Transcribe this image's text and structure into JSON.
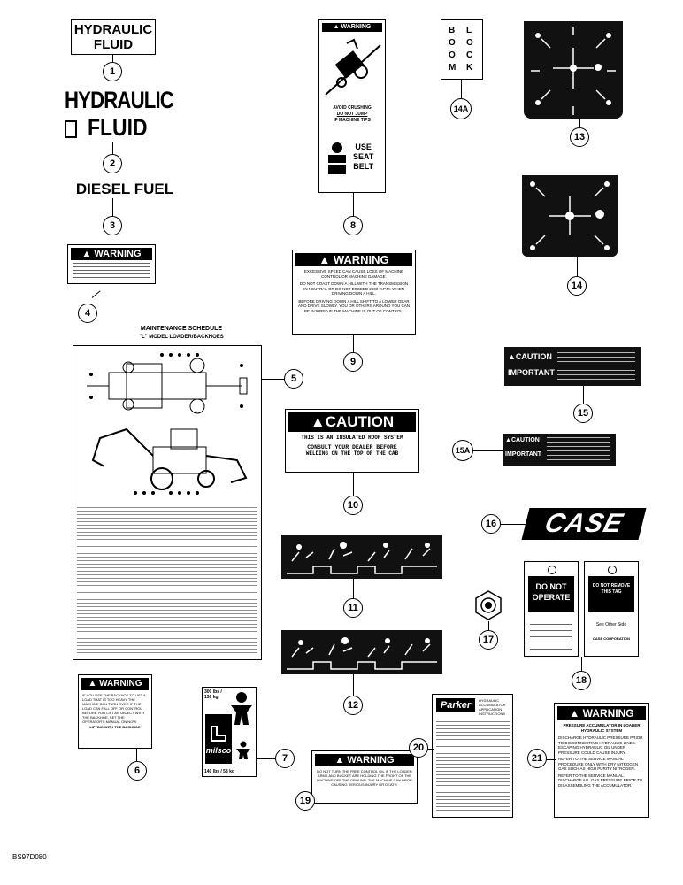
{
  "decals": {
    "d1": {
      "line1": "HYDRAULIC",
      "line2": "FLUID"
    },
    "d2": {
      "line1": "HYDRAULIC",
      "line2": "FLUID"
    },
    "d3": {
      "text": "DIESEL FUEL"
    },
    "d4": {
      "header": "WARNING"
    },
    "d5": {
      "title": "MAINTENANCE SCHEDULE",
      "subtitle": "\"L\" MODEL LOADER/BACKHOES"
    },
    "d6": {
      "header": "WARNING",
      "body": "IF YOU USE THE BACKHOE TO LIFT A LOAD THAT IS TOO HEAVY THE MACHINE CAN TURN OVER IF THE LOAD CAN FALL OFF OR CONTROL BEFORE YOU LIFT AN OBJECT WITH THE BACKHOE, SET THE OPERATOR'S MANUAL ON NOW",
      "footer": "LIFTING WITH THE BACKHOE"
    },
    "d7": {
      "weight_top": "300 lbs / 136 kg",
      "brand": "milsco",
      "weight_bottom": "140 lbs / 58 kg"
    },
    "d8": {
      "header": "WARNING",
      "text1": "AVOID CRUSHING",
      "text2": "DO NOT JUMP",
      "text3": "IF MACHINE TIPS",
      "text4": "USE",
      "text5": "SEAT",
      "text6": "BELT"
    },
    "d9": {
      "header": "WARNING",
      "body1": "EXCESSIVE SPEED CAN CAUSE LOSS OF MACHINE CONTROL OR MACHINE DAMAGE.",
      "body2": "DO NOT COAST DOWN A HILL WITH THE TRANSMISSION IN NEUTRAL OR DO NOT EXCEED 2500 R.P.M. WHEN DRIVING DOWN A HILL.",
      "body3": "BEFORE DRIVING DOWN A HILL SHIFT TO A LOWER GEAR AND DRIVE SLOWLY. YOU OR OTHERS AROUND YOU CAN BE INJURED IF THE MACHINE IS OUT OF CONTROL."
    },
    "d10": {
      "header": "CAUTION",
      "line1": "THIS IS AN INSULATED ROOF SYSTEM",
      "line2": "CONSULT YOUR DEALER BEFORE",
      "line3": "WELDING ON THE TOP OF THE CAB"
    },
    "d14a": {
      "col1": [
        "B",
        "O",
        "O",
        "M"
      ],
      "col2": [
        "L",
        "O",
        "C",
        "K"
      ]
    },
    "d15": {
      "header": "CAUTION",
      "important": "IMPORTANT"
    },
    "d15a": {
      "header": "CAUTION",
      "important": "IMPORTANT"
    },
    "d16": {
      "text": "CASE"
    },
    "d18": {
      "tag1_line1": "DO NOT",
      "tag1_line2": "OPERATE",
      "tag2_line1": "DO NOT REMOVE",
      "tag2_line2": "THIS TAG",
      "tag2_line3": "See Other Side",
      "tag2_footer": "CASE CORPORATION"
    },
    "d19": {
      "header": "WARNING",
      "body": "DO NOT TURN THE FREE CONTROL OIL IF THE LOADER ARMS AND BUCKET ARE HOLDING THE FRONT OF THE MACHINE OFF THE GROUND. THE MACHINE CAN DROP CAUSING SERIOUS INJURY OR DEATH."
    },
    "d20": {
      "brand": "Parker",
      "header": "HYDRAULIC ACCUMULATOR APPLICATION INSTRUCTIONS"
    },
    "d21": {
      "header": "WARNING",
      "title": "PRESSURE ACCUMULATOR IN LOADER HYDRAULIC SYSTEM",
      "body1": "DISCHARGE HYDRAULIC PRESSURE PRIOR TO DISCONNECTING HYDRAULIC LINES. ESCAPING HYDRAULIC OIL UNDER PRESSURE COULD CAUSE INJURY.",
      "body2": "REFER TO THE SERVICE MANUAL PROCEDURE ONLY WITH DRY NITROGEN GAS SUCH AS HIGH PURITY NITROGEN.",
      "body3": "REFER TO THE SERVICE MANUAL. DISCHARGE ALL GAS PRESSURE PRIOR TO DISASSEMBLING THE ACCUMULATOR."
    }
  },
  "callouts": {
    "c1": "1",
    "c2": "2",
    "c3": "3",
    "c4": "4",
    "c5": "5",
    "c6": "6",
    "c7": "7",
    "c8": "8",
    "c9": "9",
    "c10": "10",
    "c11": "11",
    "c12": "12",
    "c13": "13",
    "c14": "14",
    "c14a": "14A",
    "c15": "15",
    "c15a": "15A",
    "c16": "16",
    "c17": "17",
    "c18": "18",
    "c19": "19",
    "c20": "20",
    "c21": "21"
  },
  "figure_id": "BS97D080"
}
